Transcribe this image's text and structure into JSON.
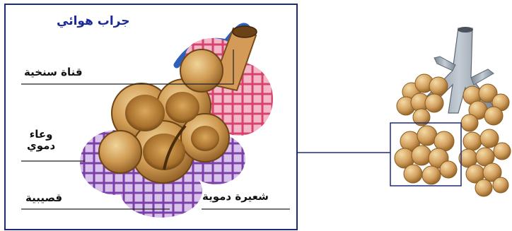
{
  "title": "جراب هوائي",
  "labels": {
    "duct": "قناة سنخية",
    "vessel_line1": "وعاء",
    "vessel_line2": "دموي",
    "capillary": "شعيرة دموية",
    "bronchiole": "قصيبية"
  },
  "colors": {
    "frame": "#1b2a7a",
    "title": "#1a2a9c",
    "alveolus_tan": "#c9944a",
    "artery_red": "#d8436e",
    "vein_purple": "#7b3fa8",
    "airway_gray": "#9aa3ad"
  }
}
